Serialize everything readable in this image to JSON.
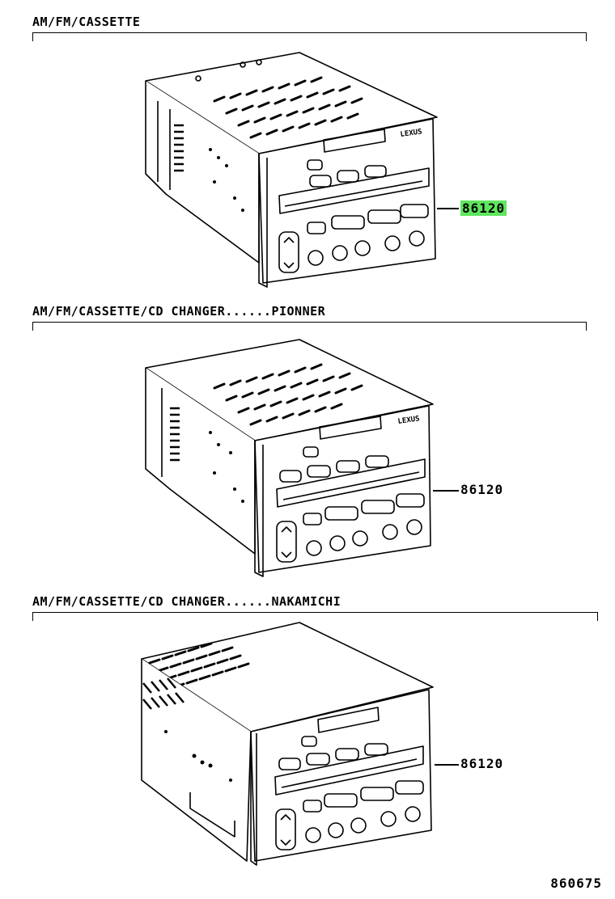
{
  "sections": [
    {
      "title": "AM/FM/CASSETTE",
      "part_number": "86120",
      "highlighted": true
    },
    {
      "title": "AM/FM/CASSETTE/CD CHANGER......PIONNER",
      "part_number": "86120",
      "highlighted": false
    },
    {
      "title": "AM/FM/CASSETTE/CD CHANGER......NAKAMICHI",
      "part_number": "86120",
      "highlighted": false
    }
  ],
  "unit_badge": "LEXUS",
  "highlight_color": "#5ee65e",
  "reference_number": "860675"
}
